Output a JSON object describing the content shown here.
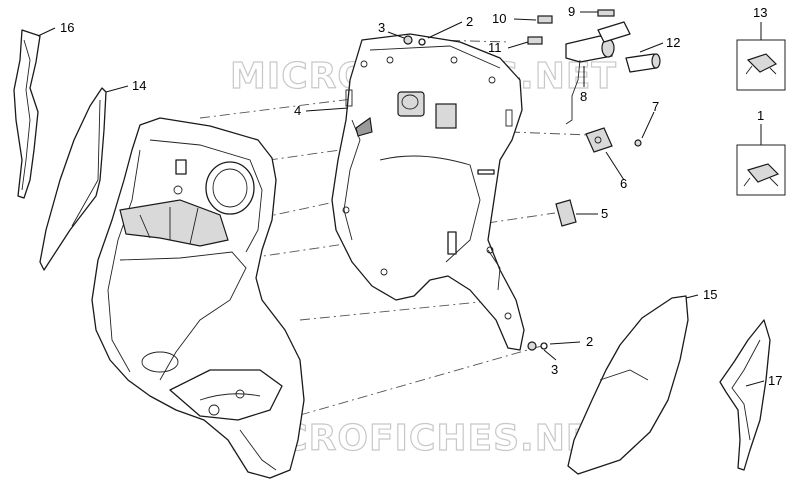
{
  "watermark": {
    "top": "MICROFICHES.NET",
    "bottom": "MICROFICHES.NET"
  },
  "callouts": {
    "c1": "1",
    "c2a": "2",
    "c2b": "2",
    "c3a": "3",
    "c3b": "3",
    "c4": "4",
    "c5": "5",
    "c6": "6",
    "c7": "7",
    "c8": "8",
    "c9": "9",
    "c10": "10",
    "c11": "11",
    "c12": "12",
    "c13": "13",
    "c14": "14",
    "c15": "15",
    "c16": "16",
    "c17": "17"
  }
}
